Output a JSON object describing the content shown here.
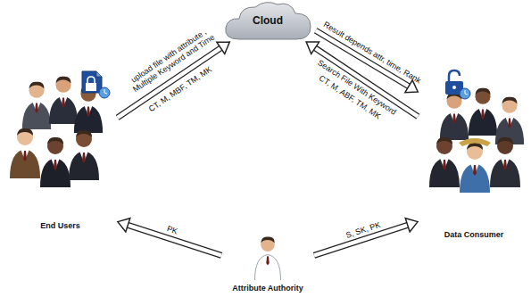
{
  "diagram": {
    "nodes": [
      {
        "text": [
          "Cloud"
        ]
      },
      {
        "text": [
          "End Users"
        ]
      },
      {
        "text": [
          "Data Consumer"
        ]
      },
      {
        "text": [
          "Attribute Authority"
        ]
      }
    ],
    "edges": [
      {
        "from": 1,
        "to": 0,
        "arrow": "to",
        "label": "upload file with attribute , Multiple Keyword and Time"
      },
      {
        "from": 0,
        "to": 2,
        "arrow": "to",
        "label": "Result depends attr, time, Rank"
      },
      {
        "from": 2,
        "to": 0,
        "arrow": "to",
        "label": "Search File With Keyword"
      },
      {
        "from": 3,
        "to": 1,
        "arrow": "to",
        "label": "PK"
      },
      {
        "from": 3,
        "to": 2,
        "arrow": "to",
        "label": "S, SK, PK"
      }
    ],
    "labels": [
      "CT, M, MBF, TM, MK",
      "CT, M, ABF, TM, MK"
    ]
  }
}
